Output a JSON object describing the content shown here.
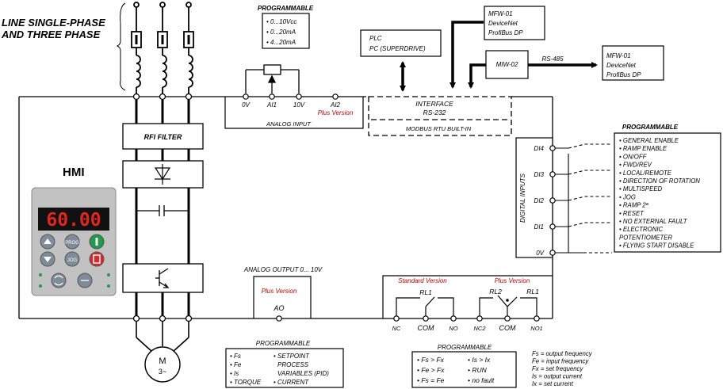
{
  "supply": {
    "line1": "LINE SINGLE-PHASE",
    "line2": "AND THREE PHASE"
  },
  "analog_input_prog": {
    "title": "PROGRAMMABLE",
    "items": [
      "0...10Vcc",
      "0...20mA",
      "4...20mA"
    ]
  },
  "analog_input": {
    "terminals": [
      "0V",
      "AI1",
      "10V",
      "AI2"
    ],
    "plus_version": "Plus Version",
    "label": "ANALOG INPUT"
  },
  "plc": {
    "line1": "PLC",
    "line2": "PC (SUPERDRIVE)"
  },
  "interface": {
    "line1": "INTERFACE",
    "line2": "RS-232",
    "modbus": "MODBUS RTU BUILT-IN"
  },
  "mfw_top": {
    "line1": "MFW-01",
    "line2": "DeviceNet",
    "line3": "ProfiBus DP"
  },
  "miw": {
    "label": "MIW-02",
    "bus": "RS-485"
  },
  "mfw_right": {
    "line1": "MFW-01",
    "line2": "DeviceNet",
    "line3": "ProfiBus DP"
  },
  "power": {
    "rfi": "RFI FILTER"
  },
  "hmi": {
    "title": "HMI",
    "display": "60.00",
    "keys": {
      "prog": "PROG",
      "jog": "JOG"
    }
  },
  "motor": {
    "letter": "M",
    "phase": "3~"
  },
  "digital_inputs": {
    "label": "DIGITAL INPUTS",
    "terminals": [
      "DI4",
      "DI3",
      "DI2",
      "DI1",
      "0V"
    ]
  },
  "di_prog": {
    "title": "PROGRAMMABLE",
    "items": [
      "GENERAL ENABLE",
      "RAMP ENABLE",
      "ON/OFF",
      "FWD/REV",
      "LOCAL/REMOTE",
      "DIRECTION OF ROTATION",
      "MULTISPEED",
      "JOG",
      "RAMP 2ª",
      "RESET",
      "NO EXTERNAL FAULT",
      "ELECTRONIC",
      "POTENTIOMETER",
      "FLYING START DISABLE"
    ]
  },
  "analog_output": {
    "label": "ANALOG OUTPUT 0... 10V",
    "plus_version": "Plus Version",
    "terminal": "AO"
  },
  "ao_prog": {
    "title": "PROGRAMMABLE",
    "col1": [
      "Fs",
      "Fe",
      "Is",
      "TORQUE"
    ],
    "col2": [
      "SETPOINT",
      "PROCESS",
      "VARIABLES (PID)",
      "CURRENT"
    ]
  },
  "relays": {
    "standard": "Standard Version",
    "plus": "Plus Version",
    "rl1": "RL1",
    "rl2": "RL2",
    "terminals": [
      "NC",
      "COM",
      "NO",
      "NC2",
      "COM",
      "NO1"
    ]
  },
  "relay_prog": {
    "title": "PROGRAMMABLE",
    "col1": [
      "Fs > Fx",
      "Fe > Fx",
      "Fs = Fe"
    ],
    "col2": [
      "Is > Ix",
      "RUN",
      "no fault"
    ]
  },
  "legend": [
    "Fs = output frequency",
    "Fe = input frequency",
    "Fx = set frequency",
    "Is = output current",
    "Ix = set current"
  ]
}
